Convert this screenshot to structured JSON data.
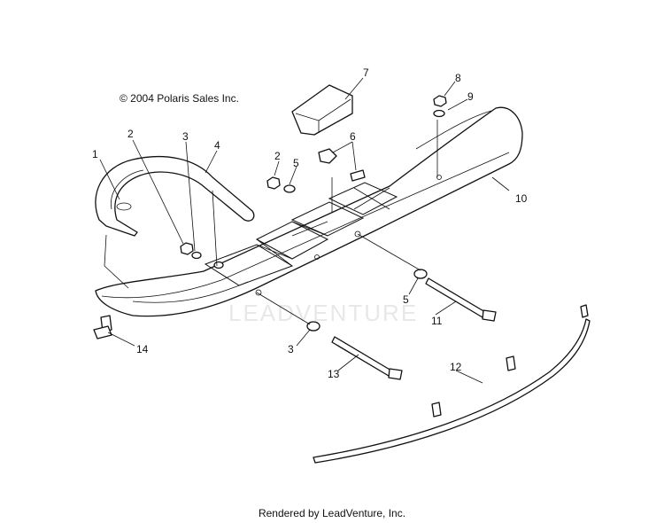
{
  "copyright": "© 2004 Polaris Sales Inc.",
  "footer": "Rendered by LeadVenture, Inc.",
  "watermark": "LEADVENTURE",
  "callouts": {
    "c1": "1",
    "c2a": "2",
    "c3a": "3",
    "c4": "4",
    "c2b": "2",
    "c5a": "5",
    "c6": "6",
    "c7": "7",
    "c8": "8",
    "c9": "9",
    "c10": "10",
    "c5b": "5",
    "c11": "11",
    "c3b": "3",
    "c13": "13",
    "c12": "12",
    "c14": "14"
  }
}
